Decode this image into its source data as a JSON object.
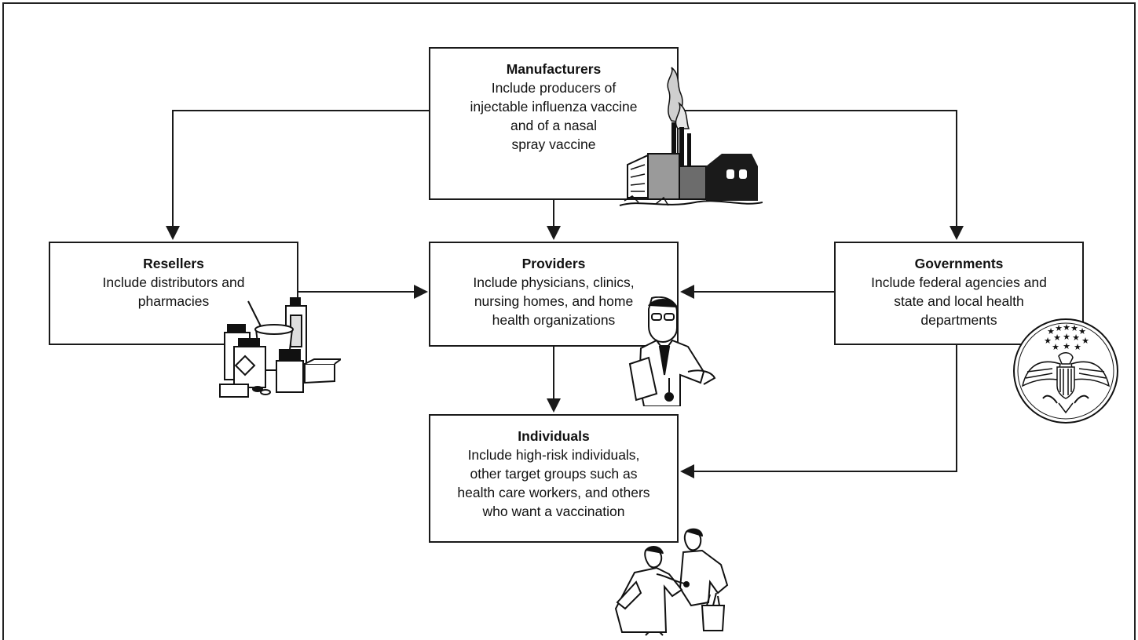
{
  "nodes": {
    "manufacturers": {
      "title": "Manufacturers",
      "description": "Include producers of\ninjectable influenza vaccine\nand of a nasal\nspray vaccine"
    },
    "resellers": {
      "title": "Resellers",
      "description": "Include distributors and\npharmacies"
    },
    "providers": {
      "title": "Providers",
      "description": "Include physicians, clinics,\nnursing homes, and home\nhealth organizations"
    },
    "governments": {
      "title": "Governments",
      "description": "Include federal agencies and\nstate and local health\ndepartments"
    },
    "individuals": {
      "title": "Individuals",
      "description": "Include high-risk individuals,\nother target groups such as\nhealth care workers, and others\nwho want a vaccination"
    }
  },
  "edges": [
    {
      "from": "manufacturers",
      "to": "resellers"
    },
    {
      "from": "manufacturers",
      "to": "providers"
    },
    {
      "from": "manufacturers",
      "to": "governments"
    },
    {
      "from": "resellers",
      "to": "providers"
    },
    {
      "from": "governments",
      "to": "providers"
    },
    {
      "from": "providers",
      "to": "individuals"
    },
    {
      "from": "governments",
      "to": "individuals"
    }
  ],
  "illustrations": [
    "factory-icon",
    "pharmacy-bottles-icon",
    "doctor-icon",
    "eagle-seal-icon",
    "medical-exam-icon"
  ],
  "colors": {
    "line": "#1a1a1a",
    "background": "#ffffff"
  }
}
